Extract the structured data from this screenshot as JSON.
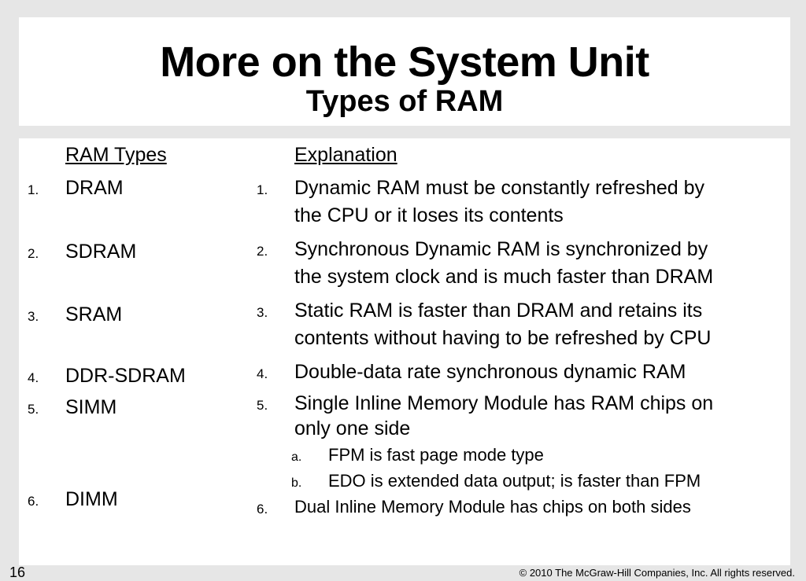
{
  "slide": {
    "title": "More on the System Unit",
    "subtitle": "Types of RAM",
    "page_number": "16",
    "copyright": "© 2010 The McGraw-Hill Companies, Inc. All rights reserved."
  },
  "columns": {
    "left_header": "RAM Types",
    "right_header": "Explanation"
  },
  "ram_types": [
    {
      "num": "1.",
      "name": "DRAM"
    },
    {
      "num": "2.",
      "name": "SDRAM"
    },
    {
      "num": "3.",
      "name": "SRAM"
    },
    {
      "num": "4.",
      "name": "DDR-SDRAM"
    },
    {
      "num": "5.",
      "name": "SIMM"
    },
    {
      "num": "6.",
      "name": "DIMM"
    }
  ],
  "explanations": [
    {
      "num": "1.",
      "line1": "Dynamic RAM must be constantly refreshed by",
      "line2": "the CPU or it loses its contents"
    },
    {
      "num": "2.",
      "line1": "Synchronous Dynamic RAM is synchronized by",
      "line2": "the system clock and is much faster than DRAM"
    },
    {
      "num": "3.",
      "line1": "Static RAM is faster than DRAM and retains its",
      "line2": "contents without having to be refreshed by CPU"
    },
    {
      "num": "4.",
      "line1": "Double-data rate synchronous dynamic RAM"
    },
    {
      "num": "5.",
      "line1": "Single Inline Memory Module has RAM chips on",
      "line2": "only one side"
    },
    {
      "num": "6.",
      "line1": "Dual Inline Memory Module has chips on both sides"
    }
  ],
  "simm_subitems": [
    {
      "letter": "a.",
      "text": "FPM is fast page mode type"
    },
    {
      "letter": "b.",
      "text": "EDO is extended data output; is faster than FPM"
    }
  ]
}
